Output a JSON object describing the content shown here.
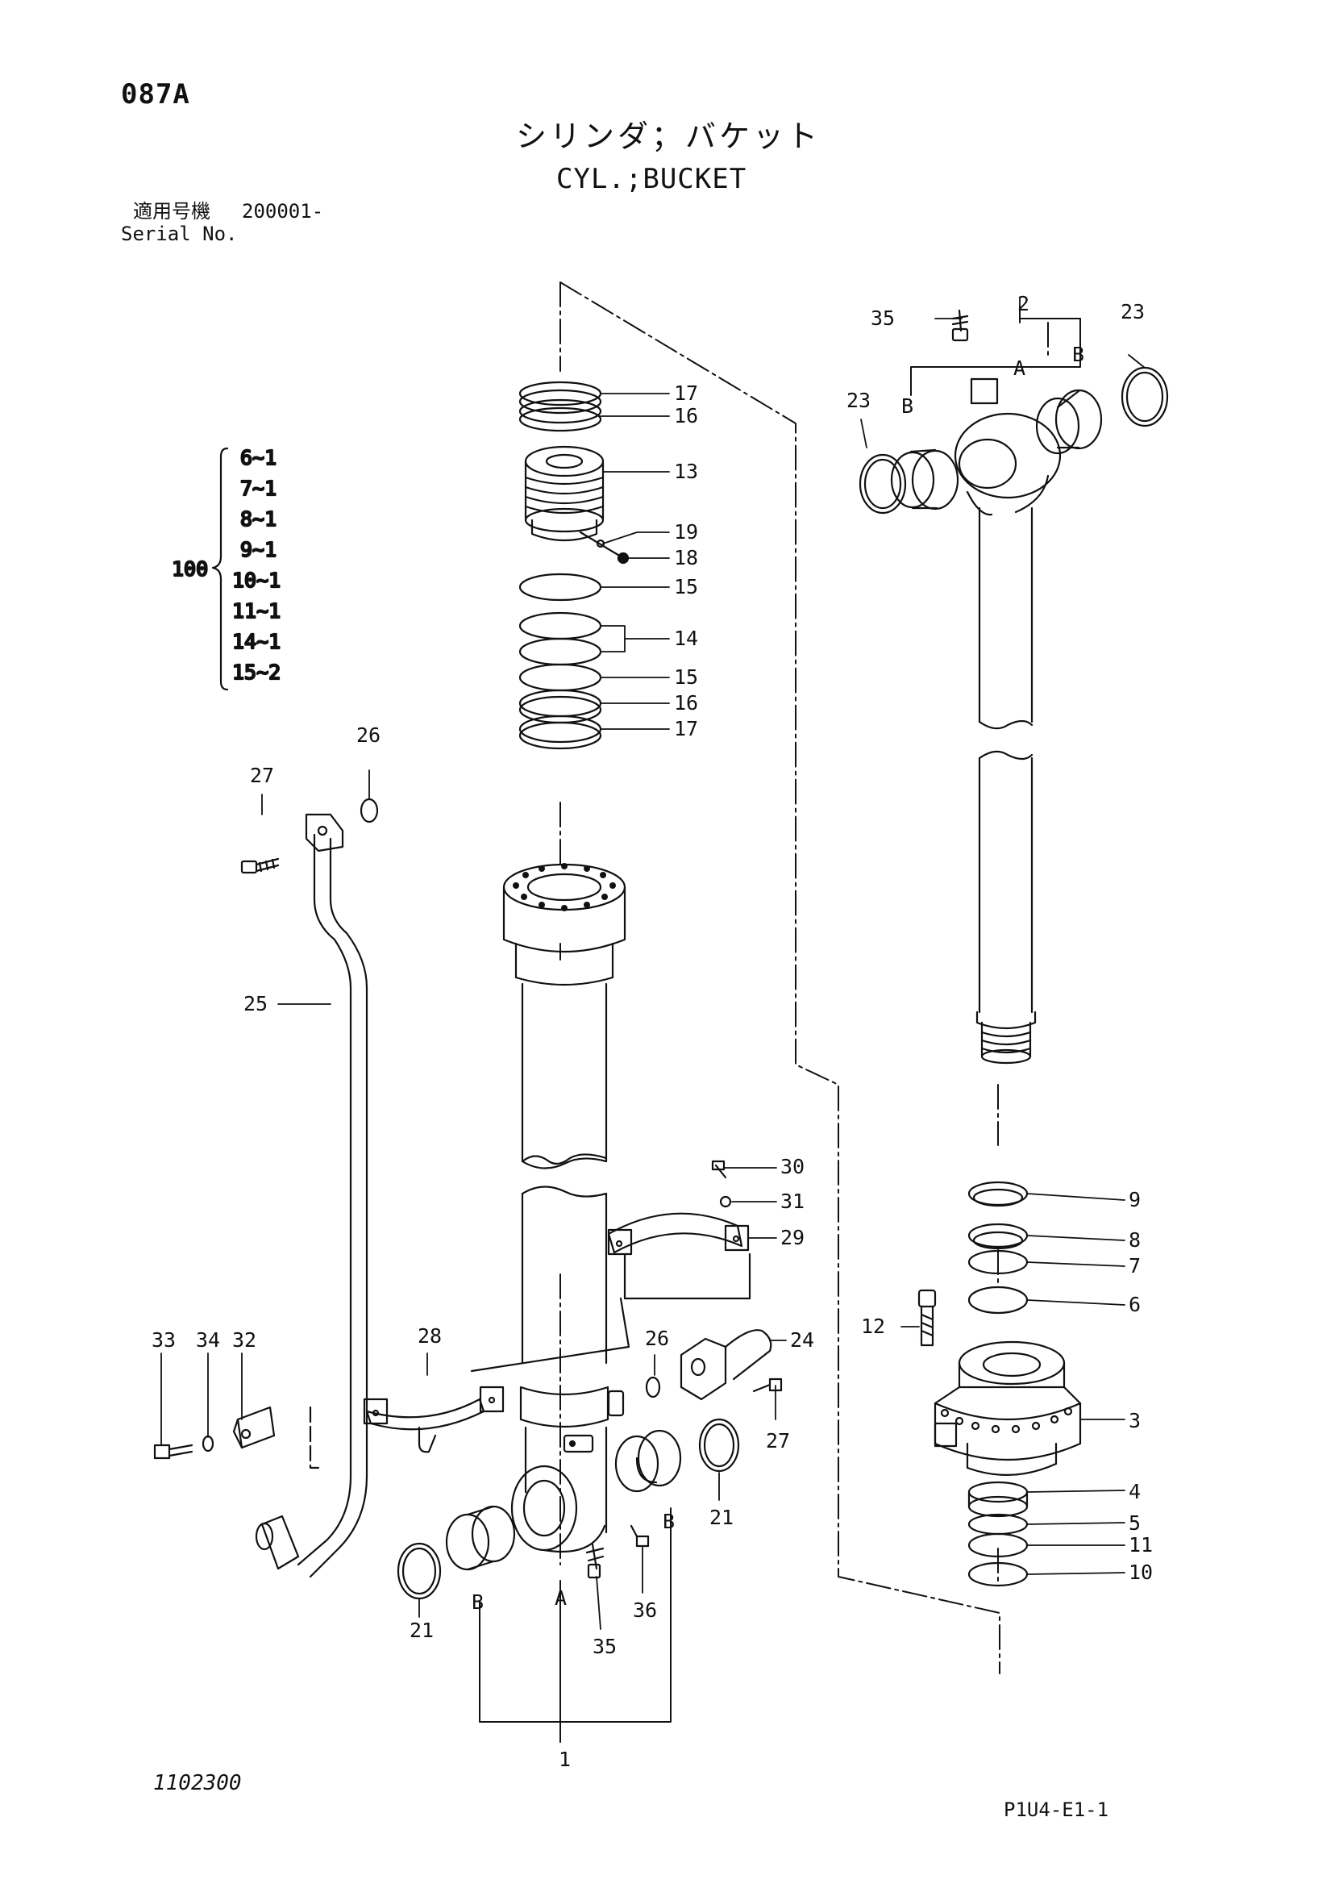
{
  "header": {
    "page_id": "087A",
    "title_jp": "シリンダ；バケット",
    "title_en": "CYL.;BUCKET",
    "serial_label_jp": "適用号機",
    "serial_value": "200001-",
    "serial_label_en": "Serial No."
  },
  "footer": {
    "drawing_no": "1102300",
    "sheet_code": "P1U4-E1-1"
  },
  "kit": {
    "number": "100",
    "items": [
      "6~1",
      "7~1",
      "8~1",
      "9~1",
      "10~1",
      "11~1",
      "14~1",
      "15~2"
    ]
  },
  "labels": {
    "callouts": [
      "1",
      "2",
      "3",
      "4",
      "5",
      "6",
      "7",
      "8",
      "9",
      "10",
      "11",
      "12",
      "13",
      "14",
      "15",
      "15",
      "16",
      "16",
      "17",
      "17",
      "18",
      "19",
      "21",
      "21",
      "23",
      "23",
      "24",
      "25",
      "26",
      "26",
      "27",
      "27",
      "28",
      "29",
      "30",
      "31",
      "32",
      "33",
      "34",
      "35",
      "35",
      "36"
    ],
    "mark_a": "A",
    "mark_b": "B"
  },
  "colors": {
    "ink": "#111111",
    "background": "#ffffff"
  }
}
